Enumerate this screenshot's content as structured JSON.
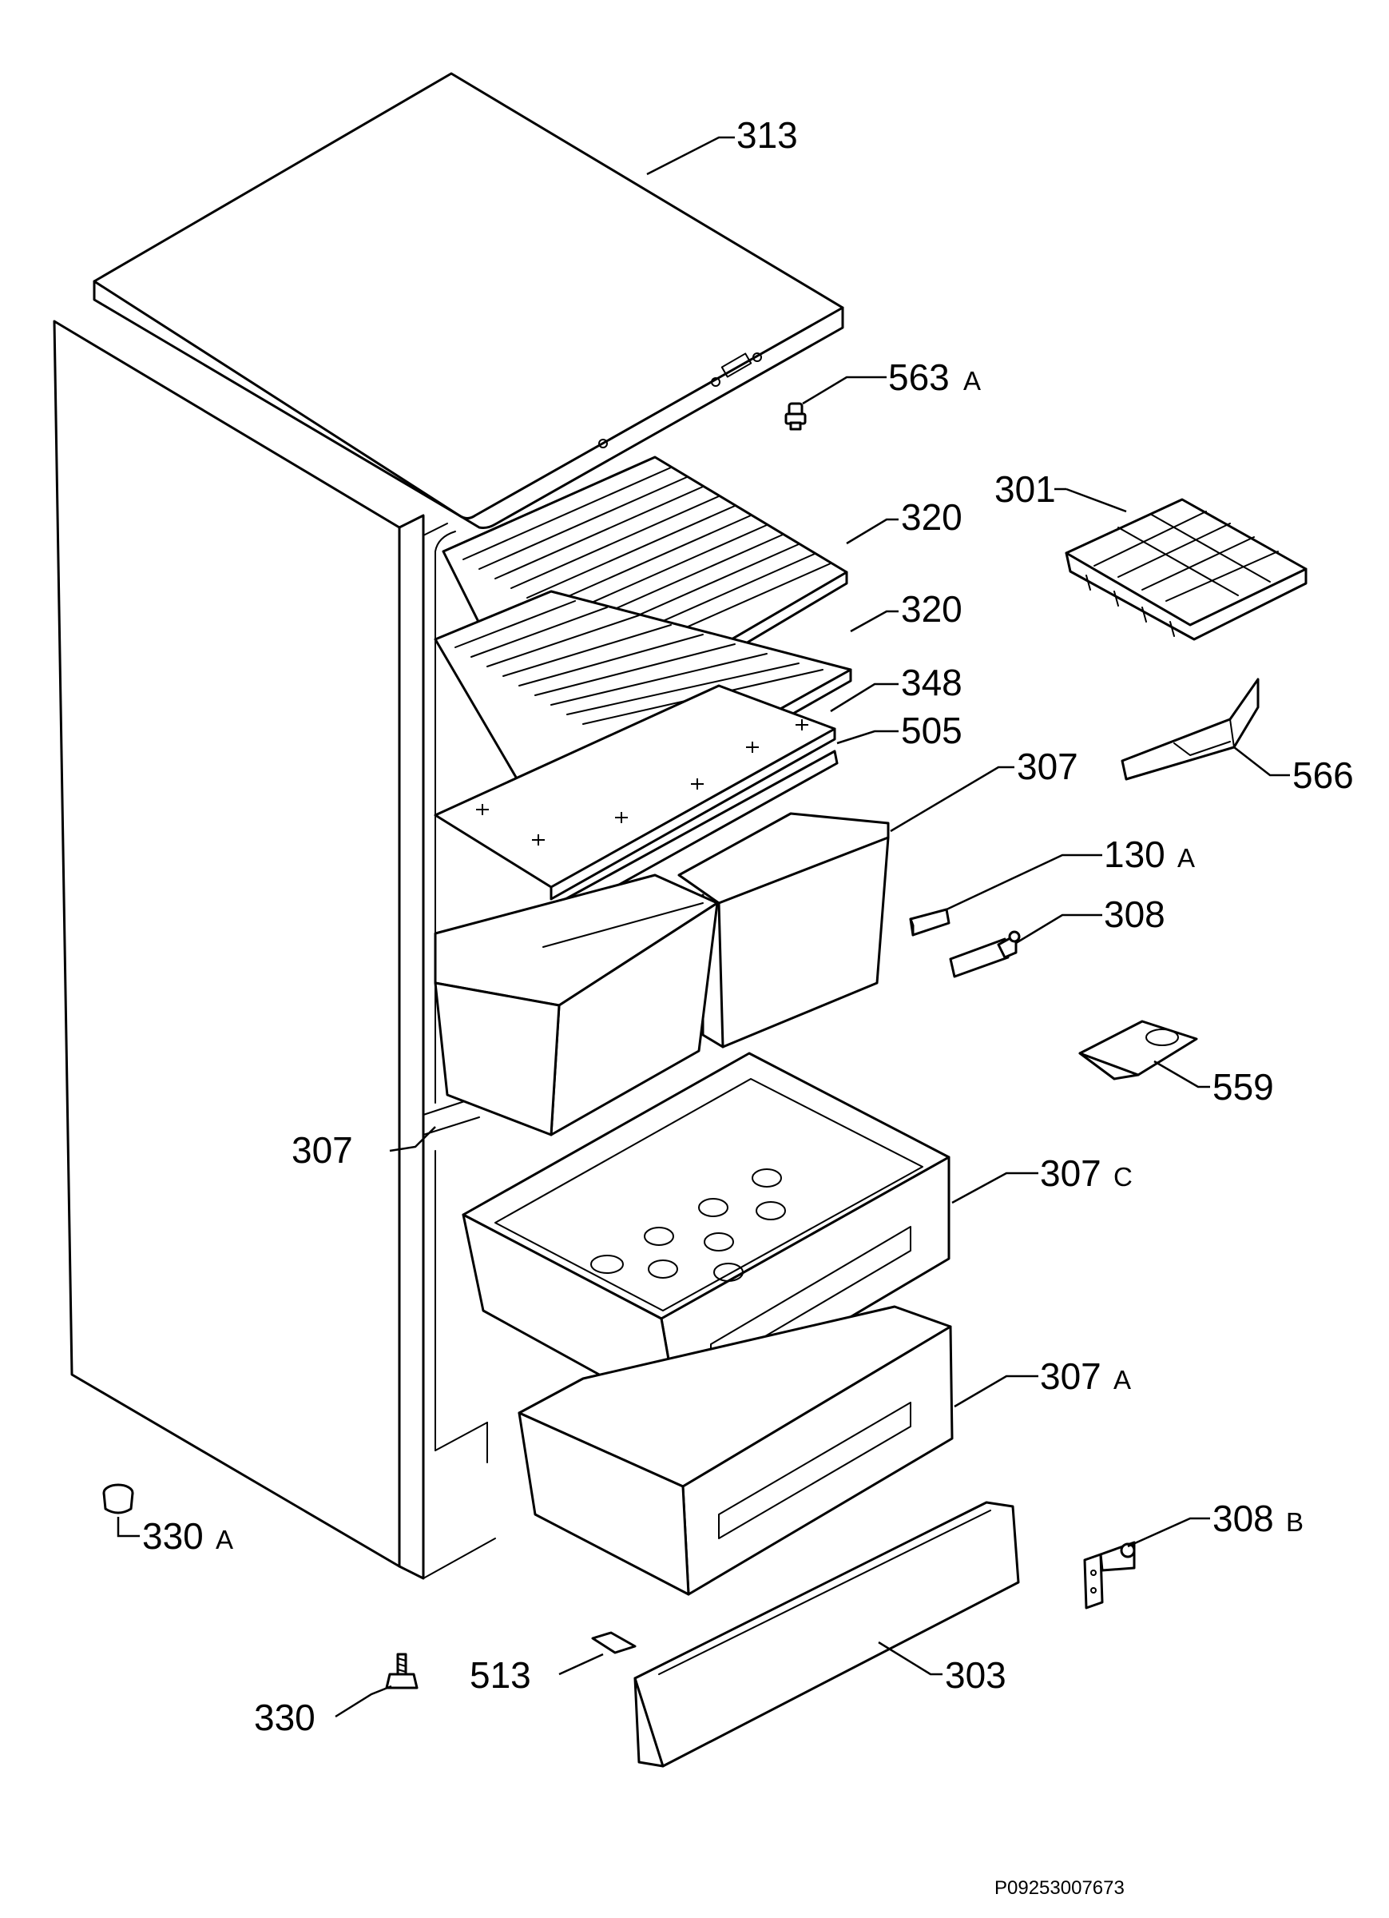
{
  "labels": {
    "l313": "313",
    "l563": "563",
    "l563_suffix": "A",
    "l301": "301",
    "l320a": "320",
    "l320b": "320",
    "l348": "348",
    "l505": "505",
    "l307_top": "307",
    "l566": "566",
    "l130": "130",
    "l130_suffix": "A",
    "l308": "308",
    "l559": "559",
    "l307_left": "307",
    "l307c": "307",
    "l307c_suffix": "C",
    "l307a": "307",
    "l307a_suffix": "A",
    "l330a": "330",
    "l330a_suffix": "A",
    "l308b": "308",
    "l308b_suffix": "B",
    "l513": "513",
    "l303": "303",
    "l330": "330"
  },
  "drawing_code": "P09253007673"
}
